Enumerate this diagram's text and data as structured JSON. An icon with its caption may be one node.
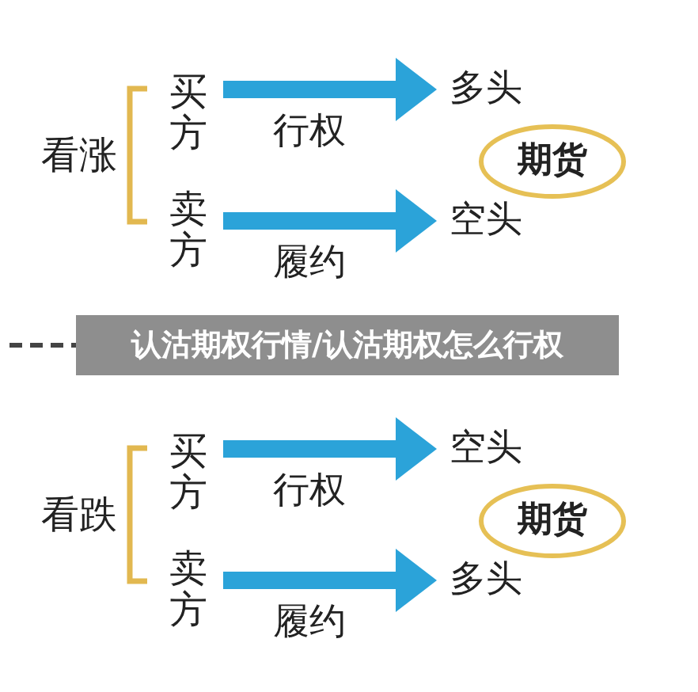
{
  "diagram": {
    "title": "认沽期权行情/认沽期权怎么行权",
    "nodes": [
      {
        "text": [
          "看涨"
        ]
      },
      {
        "text": [
          "买方"
        ]
      },
      {
        "text": [
          "卖方"
        ]
      },
      {
        "text": [
          "多头"
        ]
      },
      {
        "text": [
          "空头"
        ]
      },
      {
        "text": [
          "期货"
        ]
      },
      {
        "text": [
          "看跌"
        ]
      },
      {
        "text": [
          "买方"
        ]
      },
      {
        "text": [
          "卖方"
        ]
      },
      {
        "text": [
          "空头"
        ]
      },
      {
        "text": [
          "多头"
        ]
      },
      {
        "text": [
          "期货"
        ]
      }
    ],
    "edges": [
      {
        "from": 1,
        "to": 3,
        "arrow": "to",
        "label": "行权"
      },
      {
        "from": 2,
        "to": 4,
        "arrow": "to",
        "label": "履约"
      },
      {
        "from": 7,
        "to": 9,
        "arrow": "to",
        "label": "行权"
      },
      {
        "from": 8,
        "to": 10,
        "arrow": "to",
        "label": "履约"
      }
    ]
  }
}
